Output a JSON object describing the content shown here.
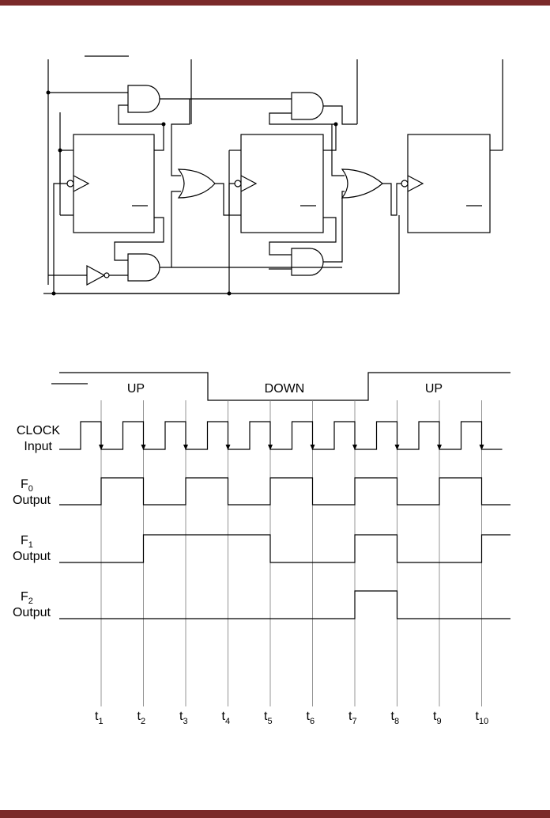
{
  "bars": {
    "color": "#7b2a2a"
  },
  "timing": {
    "mode_labels": [
      "UP",
      "DOWN",
      "UP"
    ],
    "signals": [
      {
        "name": "CLOCK",
        "sub": "",
        "line2": "Input"
      },
      {
        "name": "F",
        "sub": "0",
        "line2": "Output"
      },
      {
        "name": "F",
        "sub": "1",
        "line2": "Output"
      },
      {
        "name": "F",
        "sub": "2",
        "line2": "Output"
      }
    ],
    "time_markers": [
      {
        "t": "t",
        "sub": "1"
      },
      {
        "t": "t",
        "sub": "2"
      },
      {
        "t": "t",
        "sub": "3"
      },
      {
        "t": "t",
        "sub": "4"
      },
      {
        "t": "t",
        "sub": "5"
      },
      {
        "t": "t",
        "sub": "6"
      },
      {
        "t": "t",
        "sub": "7"
      },
      {
        "t": "t",
        "sub": "8"
      },
      {
        "t": "t",
        "sub": "9"
      },
      {
        "t": "t",
        "sub": "10"
      }
    ],
    "mode_sequence": [
      "up",
      "up",
      "up",
      "down",
      "down",
      "down",
      "down",
      "up",
      "up",
      "up"
    ],
    "f0_levels": [
      0,
      1,
      0,
      1,
      0,
      1,
      0,
      1,
      0,
      1,
      0
    ],
    "f1_levels": [
      0,
      0,
      1,
      1,
      1,
      0,
      0,
      1,
      0,
      0,
      1
    ],
    "f2_levels": [
      0,
      0,
      0,
      0,
      0,
      0,
      0,
      1,
      0,
      0,
      0
    ]
  }
}
